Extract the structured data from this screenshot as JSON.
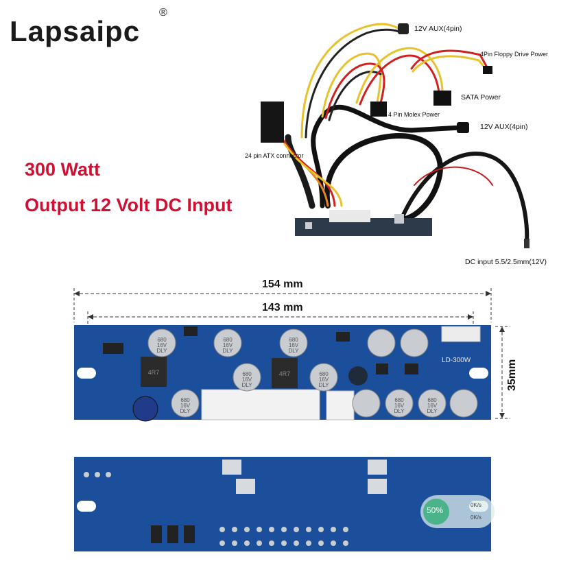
{
  "brand": {
    "name": "Lapsaipc",
    "trademark": "®"
  },
  "headline": {
    "line1": "300 Watt",
    "line2": "Output 12 Volt DC Input"
  },
  "cable_labels": {
    "aux_top": "12V AUX(4pin)",
    "floppy": "4Pin Floppy Drive Power",
    "sata": "SATA Power",
    "molex": "4 Pin Molex Power",
    "aux_mid": "12V AUX(4pin)",
    "atx": "24 pin ATX connector",
    "dc_input": "DC input 5.5/2.5mm(12V)"
  },
  "dimensions": {
    "total_length": "154 mm",
    "hole_spacing": "143 mm",
    "height": "35mm"
  },
  "board": {
    "model": "LD-300W",
    "capacitor_marking": [
      "680",
      "16V",
      "DLY"
    ],
    "inductor_marking": "4R7"
  },
  "overlay": {
    "percent": "50%",
    "upload": "0K/s",
    "download": "0K/s"
  },
  "colors": {
    "board_blue": "#1b4f9c",
    "headline_red": "#d01032",
    "capacitor_silver": "#c9ccd1"
  }
}
